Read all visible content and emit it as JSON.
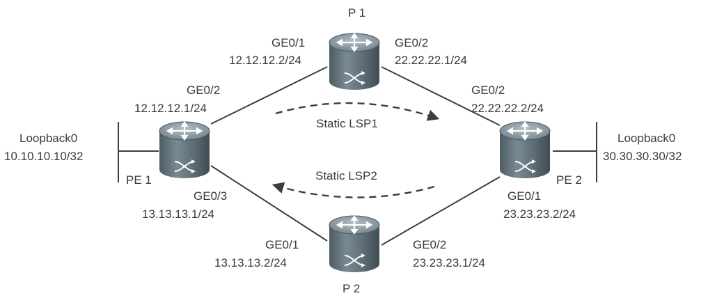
{
  "colors": {
    "router_body": "#5f6f78",
    "router_top": "#8a989f",
    "line": "#3d3d3d",
    "text": "#3a3a3a"
  },
  "routers": {
    "p1": {
      "name": "P 1",
      "icon": "router-icon"
    },
    "p2": {
      "name": "P 2",
      "icon": "router-icon"
    },
    "pe1": {
      "name": "PE 1",
      "icon": "router-icon"
    },
    "pe2": {
      "name": "PE 2",
      "icon": "router-icon"
    }
  },
  "interfaces": {
    "p1_ge01": {
      "port": "GE0/1",
      "ip": "12.12.12.2/24"
    },
    "p1_ge02": {
      "port": "GE0/2",
      "ip": "22.22.22.1/24"
    },
    "pe1_ge02": {
      "port": "GE0/2",
      "ip": "12.12.12.1/24"
    },
    "pe1_ge03": {
      "port": "GE0/3",
      "ip": "13.13.13.1/24"
    },
    "pe2_ge02": {
      "port": "GE0/2",
      "ip": "22.22.22.2/24"
    },
    "pe2_ge01": {
      "port": "GE0/1",
      "ip": "23.23.23.2/24"
    },
    "p2_ge01": {
      "port": "GE0/1",
      "ip": "13.13.13.2/24"
    },
    "p2_ge02": {
      "port": "GE0/2",
      "ip": "23.23.23.1/24"
    }
  },
  "loopbacks": {
    "pe1": {
      "name": "Loopback0",
      "ip": "10.10.10.10/32"
    },
    "pe2": {
      "name": "Loopback0",
      "ip": "30.30.30.30/32"
    }
  },
  "lsps": {
    "lsp1": "Static LSP1",
    "lsp2": "Static LSP2"
  }
}
